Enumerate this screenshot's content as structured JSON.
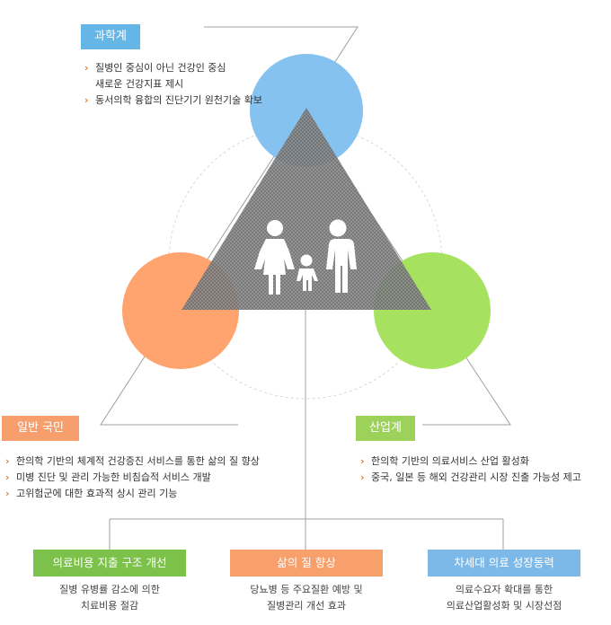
{
  "colors": {
    "science": "#64b6e7",
    "science_circle": "#7fbff0",
    "public": "#f79f6c",
    "public_circle": "#ffa36c",
    "industry": "#9dd25a",
    "industry_circle": "#a5e35f",
    "outcome_green": "#7cc24a",
    "outcome_orange": "#f7a06c",
    "outcome_blue": "#7db9e8",
    "bullet": "#e8782e",
    "line": "#9a9a9a"
  },
  "science": {
    "title": "과학계",
    "items": [
      {
        "line1": "질병인 중심이 아닌 건강인 중심",
        "line2": "새로운 건강지표 제시"
      },
      {
        "line1": "동서의학 융합의 진단기기 원천기술 확보",
        "line2": ""
      }
    ]
  },
  "public": {
    "title": "일반 국민",
    "items": [
      "한의학 기반의 체계적 건강증진 서비스를 통한 삶의 질 향상",
      "미병 진단 및 관리 가능한 비침습적 서비스 개발",
      "고위험군에 대한 효과적 상시 관리 기능"
    ]
  },
  "industry": {
    "title": "산업계",
    "items": [
      "한의학 기반의 의료서비스 산업 활성화",
      "중국, 일본 등 해외 건강관리 시장 진출 가능성 제고"
    ]
  },
  "outcomes": [
    {
      "title": "의료비용 지출 구조 개선",
      "desc1": "질병 유병률 감소에 의한",
      "desc2": "치료비용 절감"
    },
    {
      "title": "삶의 질 향상",
      "desc1": "당뇨병 등 주요질환 예방 및",
      "desc2": "질병관리 개선 효과"
    },
    {
      "title": "차세대 의료 성장동력",
      "desc1": "의료수요자 확대를 통한",
      "desc2": "의료산업활성화 및 시장선점"
    }
  ],
  "icons": {
    "center": "family-icon",
    "bullet": "chevron-right-icon"
  }
}
